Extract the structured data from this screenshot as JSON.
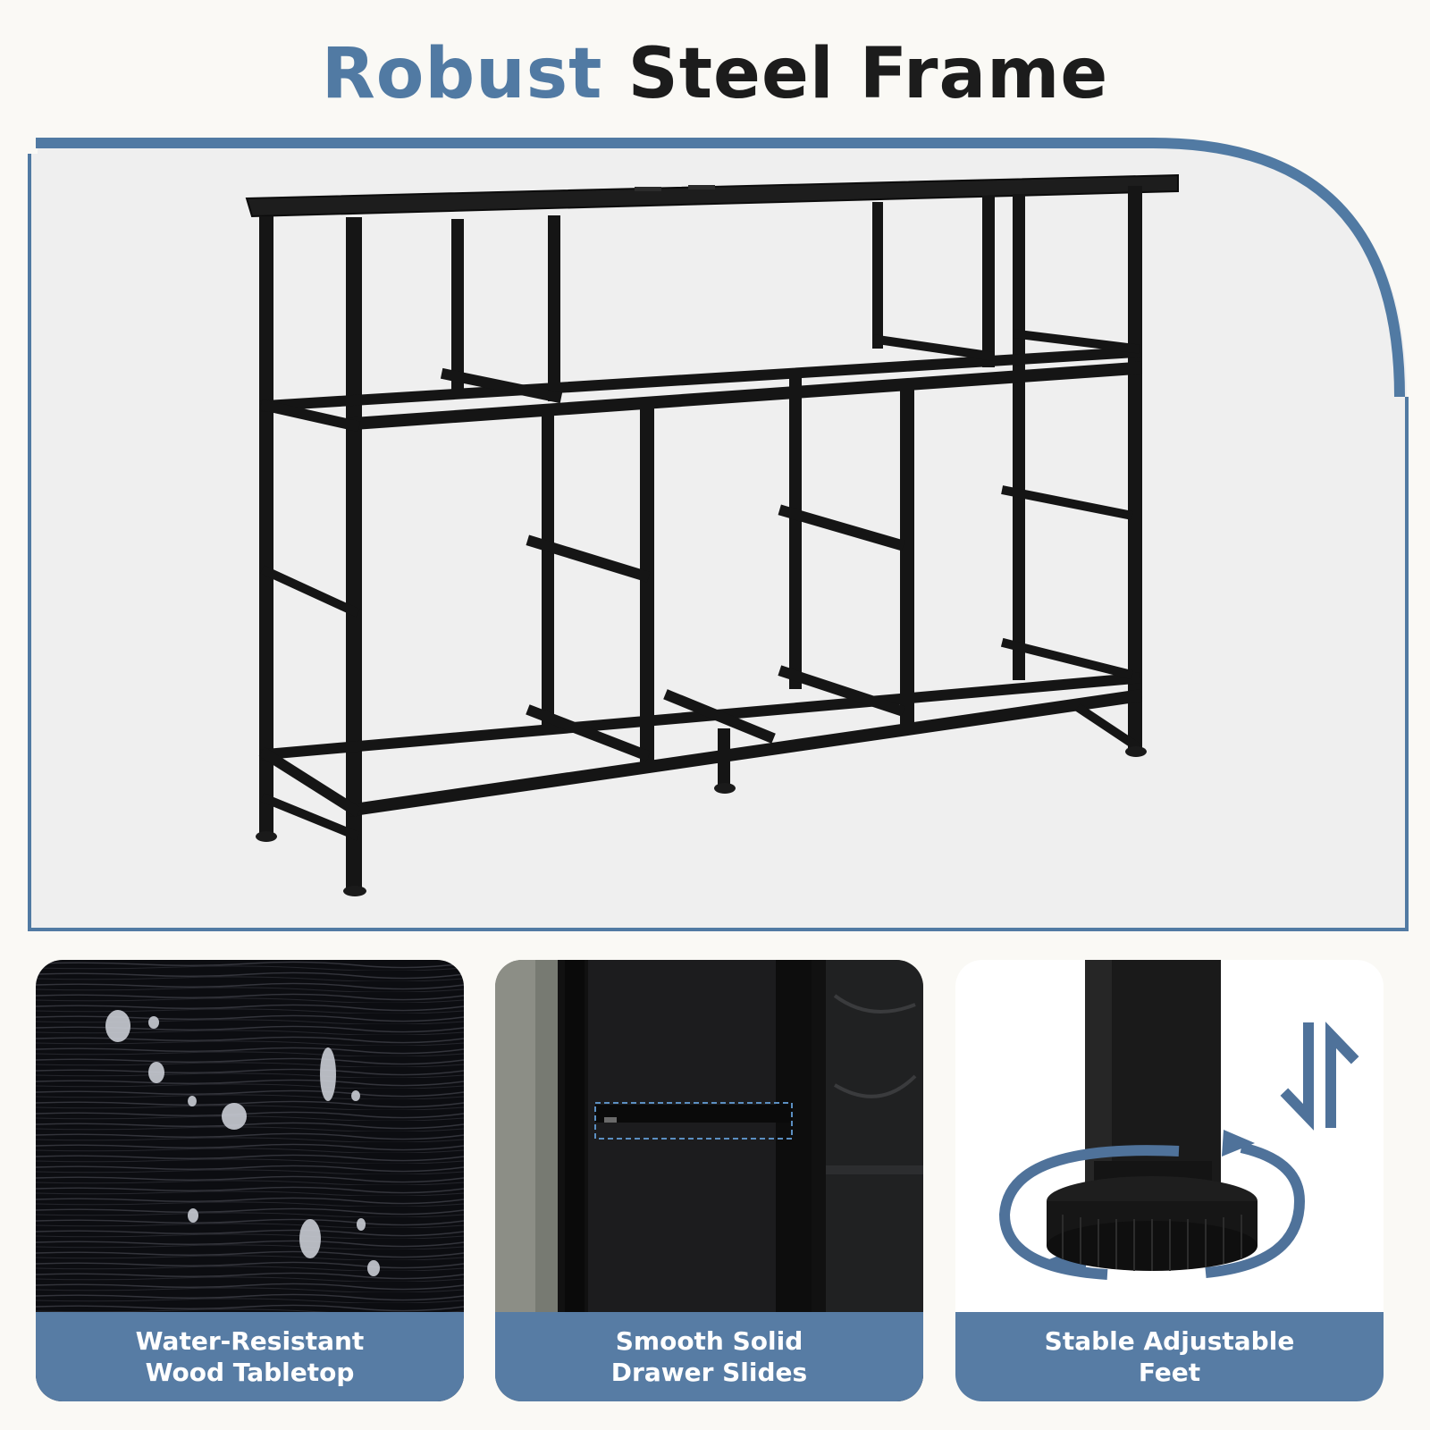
{
  "header": {
    "title_accent": "Robust",
    "title_rest": "Steel Frame"
  },
  "colors": {
    "accent": "#517aa3",
    "caption_bg": "#577ca4",
    "frame_black": "#151515",
    "background": "#faf9f5",
    "hero_bg": "#efefef"
  },
  "features": [
    {
      "line1": "Water-Resistant",
      "line2": "Wood Tabletop",
      "icon": "water-droplet-icon"
    },
    {
      "line1": "Smooth Solid",
      "line2": "Drawer Slides",
      "icon": "drawer-slide-icon"
    },
    {
      "line1": "Stable Adjustable",
      "line2": "Feet",
      "icon": "rotate-arrows-icon"
    }
  ]
}
